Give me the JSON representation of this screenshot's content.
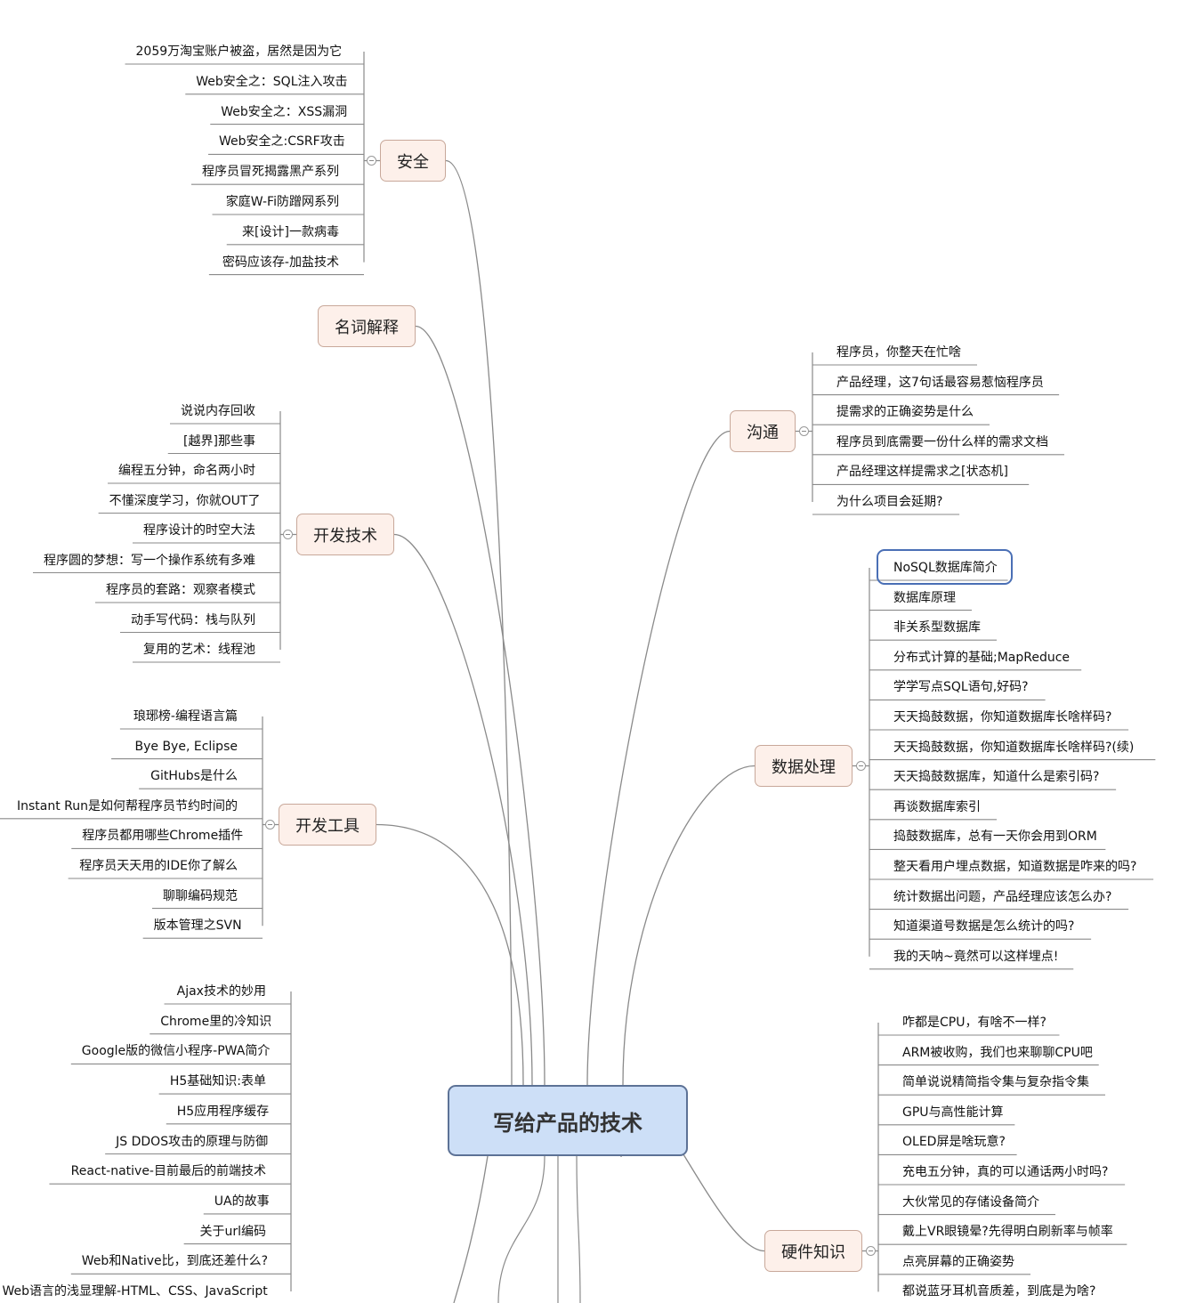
{
  "root": {
    "label": "写给产品的技术"
  },
  "branches": [
    {
      "id": "security",
      "label": "安全",
      "items": [
        "2059万淘宝账户被盗，居然是因为它",
        "Web安全之：SQL注入攻击",
        "Web安全之：XSS漏洞",
        "Web安全之:CSRF攻击",
        "程序员冒死揭露黑产系列",
        "家庭W-Fi防蹭网系列",
        "来[设计]一款病毒",
        "密码应该存-加盐技术"
      ]
    },
    {
      "id": "glossary",
      "label": "名词解释",
      "items": []
    },
    {
      "id": "dev-tech",
      "label": "开发技术",
      "items": [
        "说说内存回收",
        "[越界]那些事",
        "编程五分钟，命名两小时",
        "不懂深度学习，你就OUT了",
        "程序设计的时空大法",
        "程序圆的梦想：写一个操作系统有多难",
        "程序员的套路：观察者模式",
        "动手写代码：栈与队列",
        "复用的艺术：线程池"
      ]
    },
    {
      "id": "dev-tools",
      "label": "开发工具",
      "items": [
        "琅琊榜-编程语言篇",
        "Bye Bye, Eclipse",
        "GitHubs是什么",
        "Instant Run是如何帮程序员节约时间的",
        "程序员都用哪些Chrome插件",
        "程序员天天用的IDE你了解么",
        "聊聊编码规范",
        "版本管理之SVN"
      ]
    },
    {
      "id": "frontend",
      "label": "",
      "items": [
        "Ajax技术的妙用",
        "Chrome里的冷知识",
        "Google版的微信小程序-PWA简介",
        "H5基础知识:表单",
        "H5应用程序缓存",
        "JS DDOS攻击的原理与防御",
        "React-native-目前最后的前端技术",
        "UA的故事",
        "关于url编码",
        "Web和Native比，到底还差什么?",
        "Web语言的浅显理解-HTML、CSS、JavaScript"
      ]
    },
    {
      "id": "communication",
      "label": "沟通",
      "items": [
        "程序员，你整天在忙啥",
        "产品经理，这7句话最容易惹恼程序员",
        "提需求的正确姿势是什么",
        "程序员到底需要一份什么样的需求文档",
        "产品经理这样提需求之[状态机]",
        "为什么项目会延期?"
      ]
    },
    {
      "id": "data",
      "label": "数据处理",
      "items": [
        "NoSQL数据库简介",
        "数据库原理",
        "非关系型数据库",
        "分布式计算的基础;MapReduce",
        "学学写点SQL语句,好码?",
        "天天捣鼓数据，你知道数据库长啥样码?",
        "天天捣鼓数据，你知道数据库长啥样码?(续)",
        "天天捣鼓数据库，知道什么是索引码?",
        "再谈数据库索引",
        "捣鼓数据库，总有一天你会用到ORM",
        "整天看用户埋点数据，知道数据是咋来的吗?",
        "统计数据出问题，产品经理应该怎么办?",
        "知道渠道号数据是怎么统计的吗?",
        "我的天呐~竟然可以这样埋点!"
      ]
    },
    {
      "id": "hardware",
      "label": "硬件知识",
      "items": [
        "咋都是CPU，有啥不一样?",
        "ARM被收购，我们也来聊聊CPU吧",
        "简单说说精简指令集与复杂指令集",
        "GPU与高性能计算",
        "OLED屏是啥玩意?",
        "充电五分钟，真的可以通话两小时吗?",
        "大伙常见的存储设备简介",
        "戴上VR眼镜晕?先得明白刷新率与帧率",
        "点亮屏幕的正确姿势",
        "都说蓝牙耳机音质差，到底是为啥?"
      ]
    }
  ],
  "selected": {
    "branch": "data",
    "item": 0
  },
  "colors": {
    "root_fill": "#cddff7",
    "root_border": "#5d7296",
    "node_fill": "#fdf0ea",
    "node_border": "#c8a89a",
    "line": "#8a8a8a",
    "selection": "#4a6fb5"
  }
}
